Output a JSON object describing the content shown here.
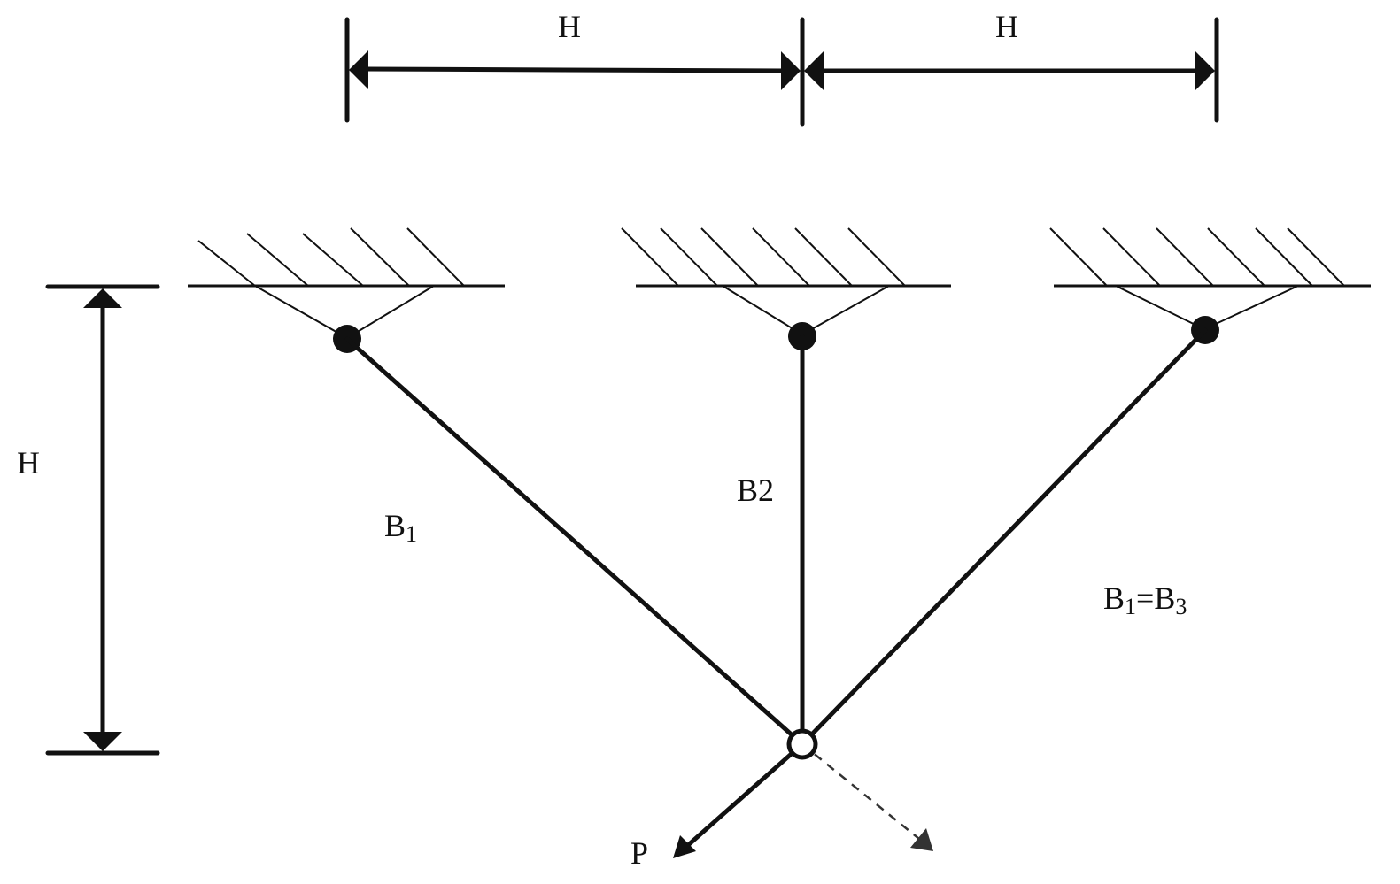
{
  "dimensions": {
    "top_left": "H",
    "top_right": "H",
    "left_vertical": "H"
  },
  "bars": {
    "b1": {
      "main": "B",
      "sub": "1"
    },
    "b2": {
      "main": "B2"
    },
    "equality": {
      "a_main": "B",
      "a_sub": "1",
      "equals": "=",
      "b_main": "B",
      "b_sub": "3"
    }
  },
  "load": {
    "label": "P"
  }
}
